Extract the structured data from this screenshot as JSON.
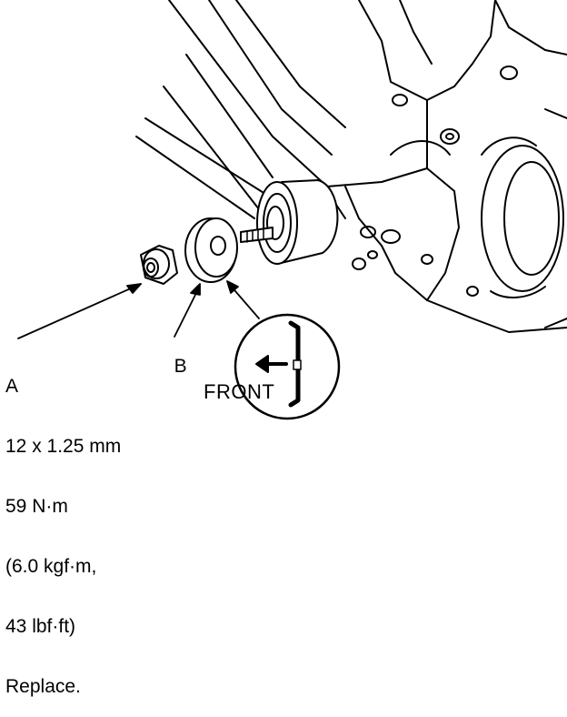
{
  "callout_a": {
    "letter": "A",
    "specs": [
      "12 x 1.25 mm",
      "59 N·m",
      "(6.0 kgf·m,",
      "43 lbf·ft)",
      "Replace."
    ]
  },
  "callout_b": {
    "letter": "B"
  },
  "direction_indicator": {
    "label": "FRONT",
    "icon": "left-arrow-icon"
  }
}
